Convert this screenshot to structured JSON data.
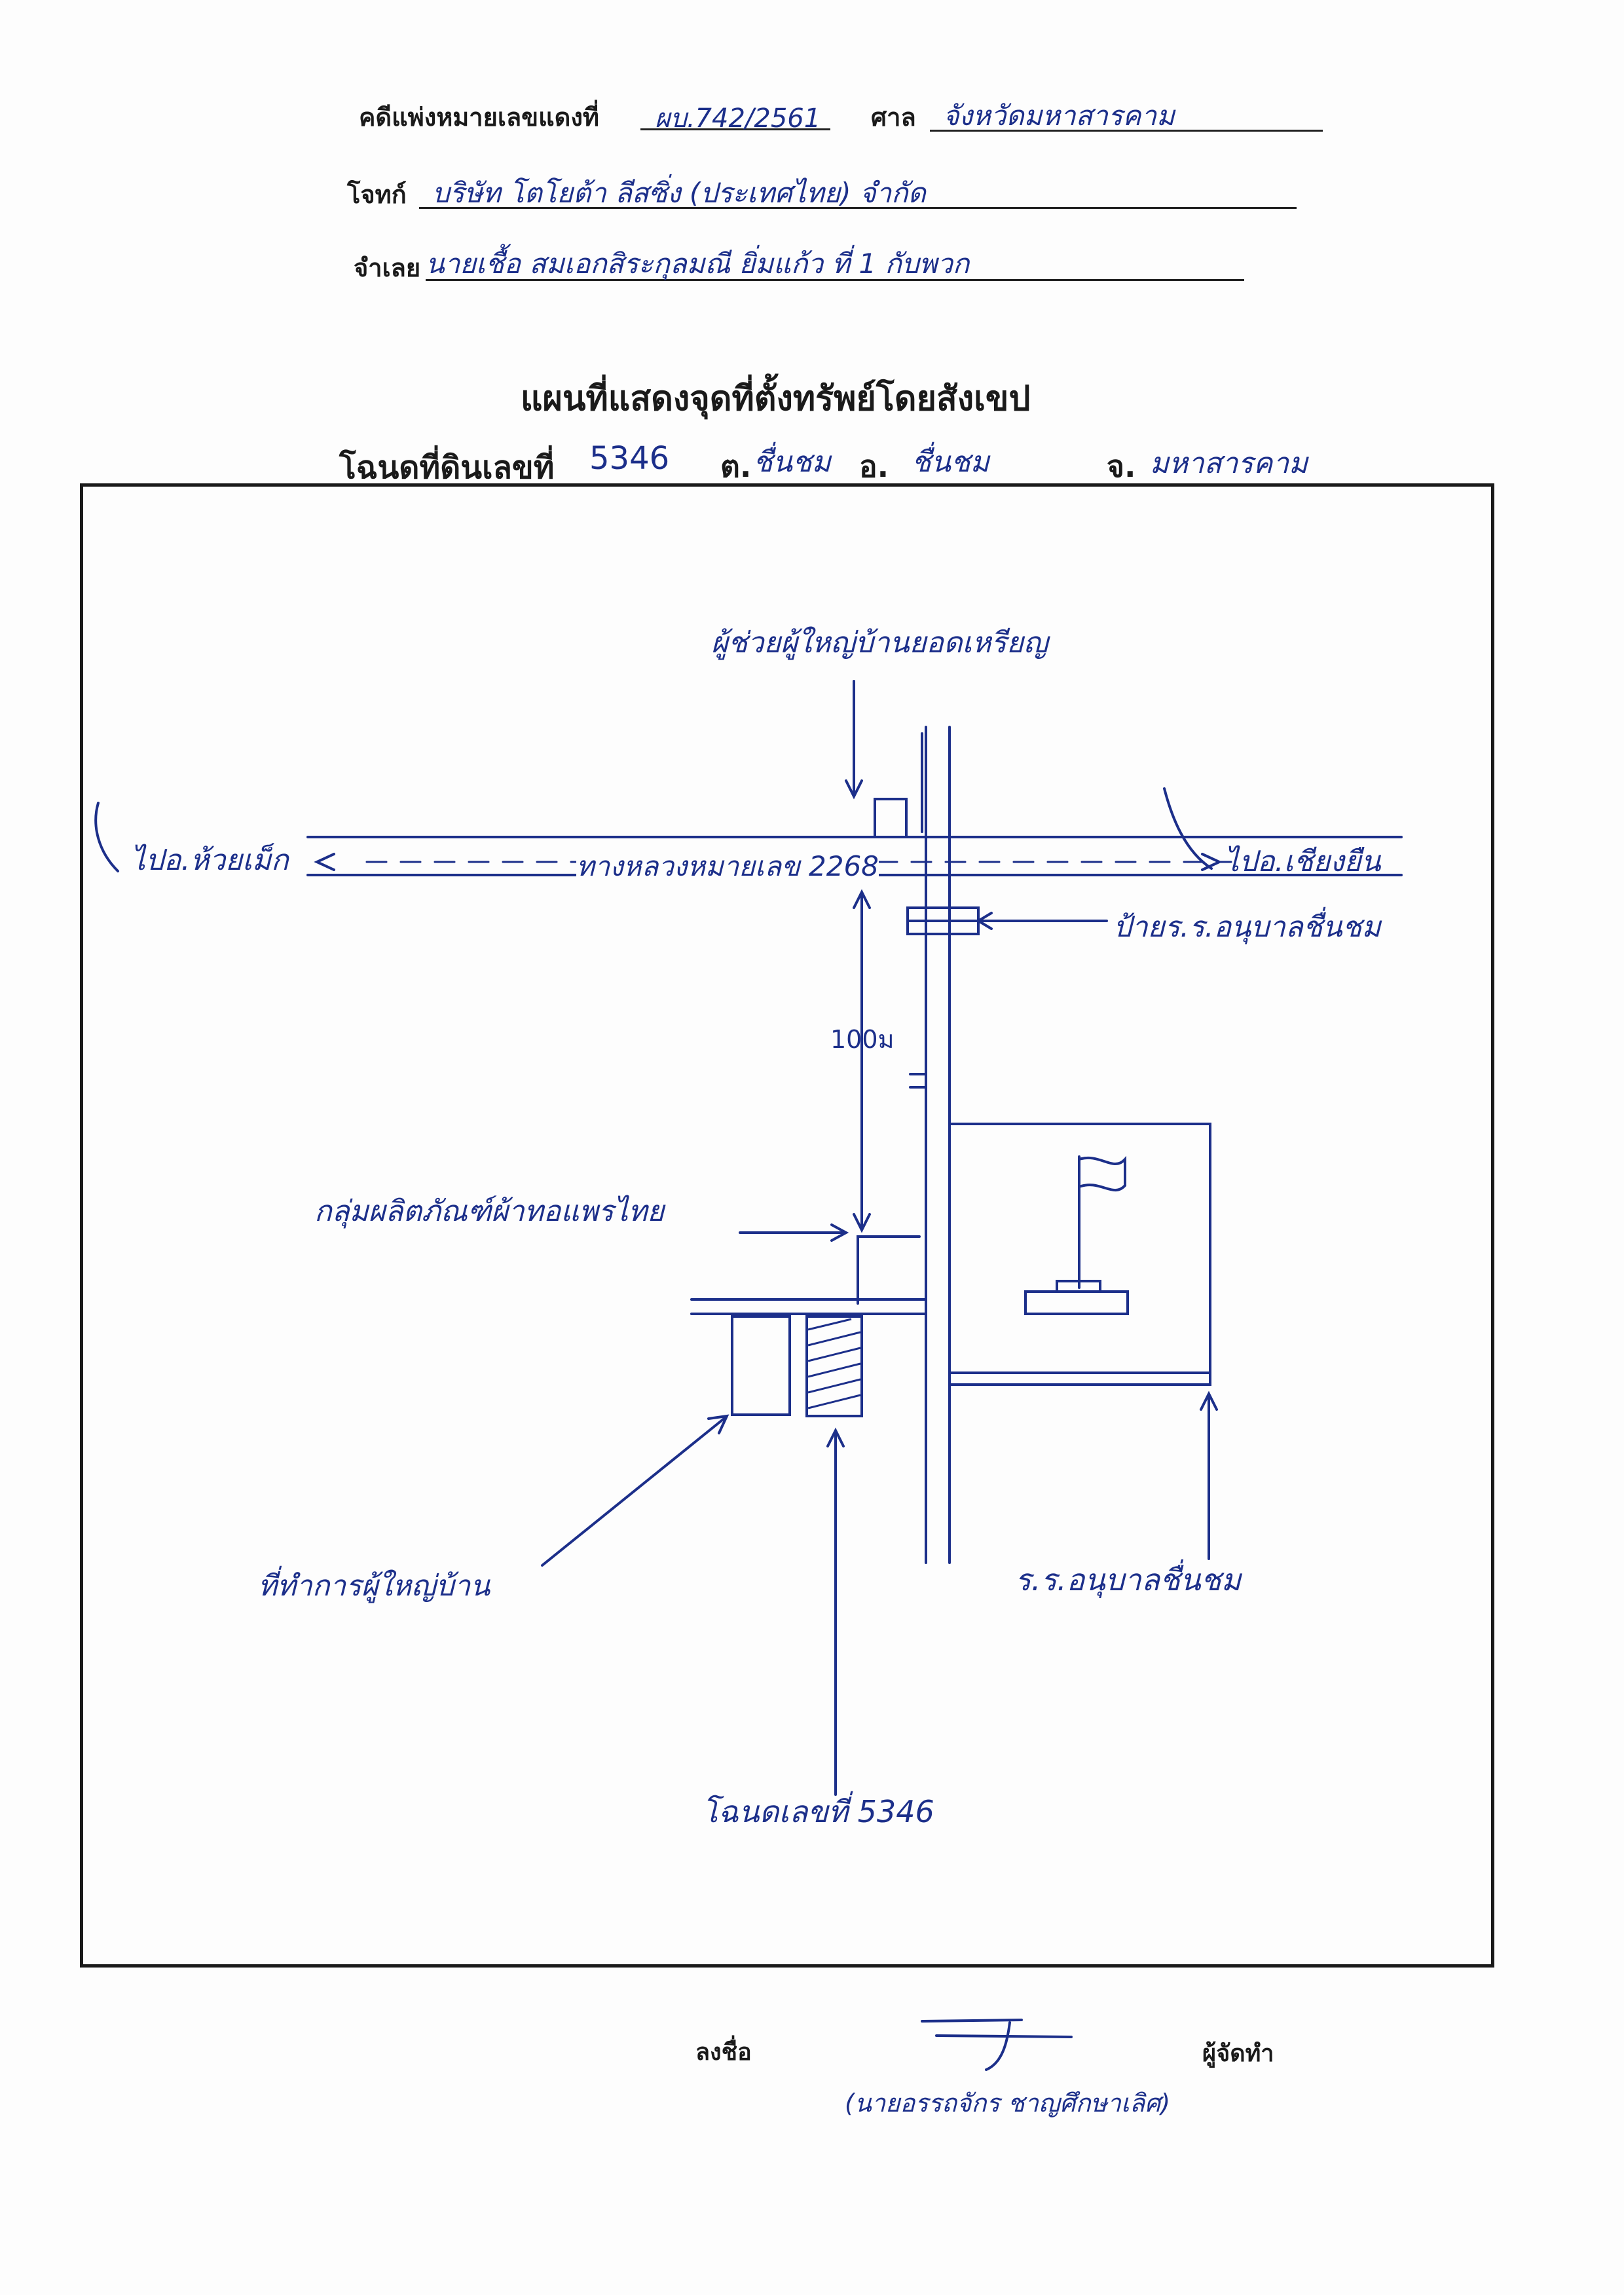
{
  "header": {
    "case_label": "คดีแพ่งหมายเลขแดงที่",
    "case_value": "ผบ.742/2561",
    "court_label": "ศาล",
    "court_value": "จังหวัดมหาสารคาม",
    "plaintiff_label": "โจทก์",
    "plaintiff_value": "บริษัท โตโยต้า ลีสซิ่ง (ประเทศไทย) จำกัด",
    "defendant_label": "จำเลย",
    "defendant_value": "นายเชื้อ สมเอกสิระกุลมณี ยิ่มแก้ว ที่ 1 กับพวก"
  },
  "title": "แผนที่แสดงจุดที่ตั้งทรัพย์โดยสังเขป",
  "deed": {
    "label": "โฉนดที่ดินเลขที่",
    "value": "5346",
    "tambon_label": "ต.",
    "tambon_value": "ชื่นชม",
    "amphoe_label": "อ.",
    "amphoe_value": "ชื่นชม",
    "changwat_label": "จ.",
    "changwat_value": "มหาสารคาม"
  },
  "map": {
    "label_top_shop": "ผู้ช่วยผู้ใหญ่บ้านยอดเหรียญ",
    "label_left_dir": "ไปอ.ห้วยเม็ก",
    "label_road": "ทางหลวงหมายเลข 2268",
    "label_right_dir": "ไปอ.เชียงยืน",
    "label_sign": "ป้ายร.ร.อนุบาลชื่นชม",
    "label_distance": "100ม",
    "label_group": "กลุ่มผลิตภัณฑ์ผ้าทอแพรไทย",
    "label_office": "ที่ทำการผู้ใหญ่บ้าน",
    "label_school": "ร.ร.อนุบาลชื่นชม",
    "label_deed": "โฉนดเลขที่ 5346"
  },
  "footer": {
    "sign_label": "ลงชื่อ",
    "maker_label": "ผู้จัดทำ",
    "signer_name": "(นายอรรถจักร ชาญศึกษาเลิศ)"
  },
  "colors": {
    "ink": "#1c2f8a",
    "print": "#1a1a1a"
  }
}
